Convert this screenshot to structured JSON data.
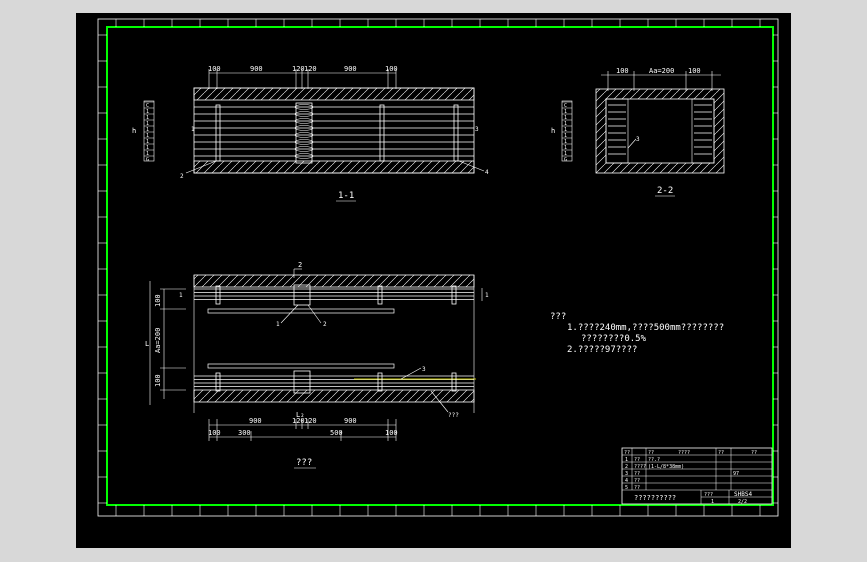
{
  "colors": {
    "background": "#000000",
    "frame": "#00ff00",
    "line": "#ffffff",
    "accent": "#ffff00",
    "outer": "#d8d8d8"
  },
  "section_1": {
    "title": "1-1",
    "dims": [
      "100",
      "900",
      "120",
      "120",
      "900",
      "100"
    ],
    "left_label": "h",
    "left_ticks": [
      "C",
      "1",
      "1",
      "1",
      "1",
      "1",
      "1",
      "1",
      "1",
      "G"
    ],
    "callouts": [
      "1",
      "2",
      "3",
      "4"
    ]
  },
  "section_2": {
    "title": "2-2",
    "dims": [
      "100",
      "Aa=200",
      "100"
    ],
    "left_label": "h",
    "left_ticks": [
      "C",
      "1",
      "1",
      "1",
      "1",
      "1",
      "1",
      "1",
      "1",
      "G"
    ],
    "callout": "3"
  },
  "plan": {
    "title": "???",
    "top_marker": "2",
    "side_marker": "1",
    "callouts": [
      "1",
      "2",
      "3",
      "???"
    ],
    "left_dims": [
      "100",
      "Aa=200",
      "100"
    ],
    "left_label": "L",
    "bottom_label": "L₂",
    "bottom_dims_row1": [
      "900",
      "120",
      "120",
      "900"
    ],
    "bottom_dims_row2": [
      "100",
      "300",
      "500",
      "100"
    ]
  },
  "notes": {
    "heading": "???",
    "line1": "1.????240mm,????500mm????????",
    "line2": "????????0.5%",
    "line3": "2.?????97????"
  },
  "title_block": {
    "header": [
      "??",
      "??",
      "????",
      "??",
      "??"
    ],
    "rows": [
      {
        "no": "1",
        "name": "??",
        "spec": "??.?",
        "qty": "",
        "note": ""
      },
      {
        "no": "2",
        "name": "????",
        "spec": "(1-L/8*38mm)",
        "qty": "",
        "note": ""
      },
      {
        "no": "3",
        "name": "??",
        "spec": "",
        "qty": "97",
        "note": ""
      },
      {
        "no": "4",
        "name": "??",
        "spec": "",
        "qty": "",
        "note": ""
      },
      {
        "no": "5",
        "name": "??",
        "spec": "",
        "qty": "",
        "note": ""
      }
    ],
    "footer_title": "??????????",
    "footer_label": "???",
    "footer_code": "SHBS4",
    "footer_sheet": "1",
    "footer_total": "2/2"
  }
}
